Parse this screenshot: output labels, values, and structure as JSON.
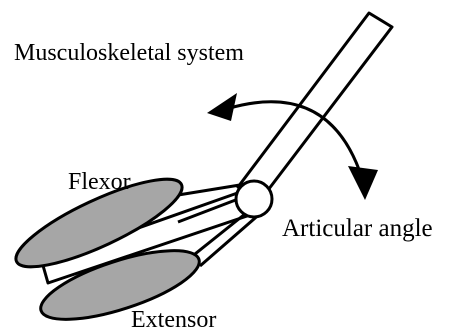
{
  "diagram": {
    "labels": {
      "system": "Musculoskeletal system",
      "flexor": "Flexor",
      "angle": "Articular angle",
      "extensor": "Extensor"
    },
    "colors": {
      "stroke": "#000000",
      "bone_fill": "#ffffff",
      "muscle_fill": "#a6a6a6",
      "background": "#ffffff"
    }
  }
}
